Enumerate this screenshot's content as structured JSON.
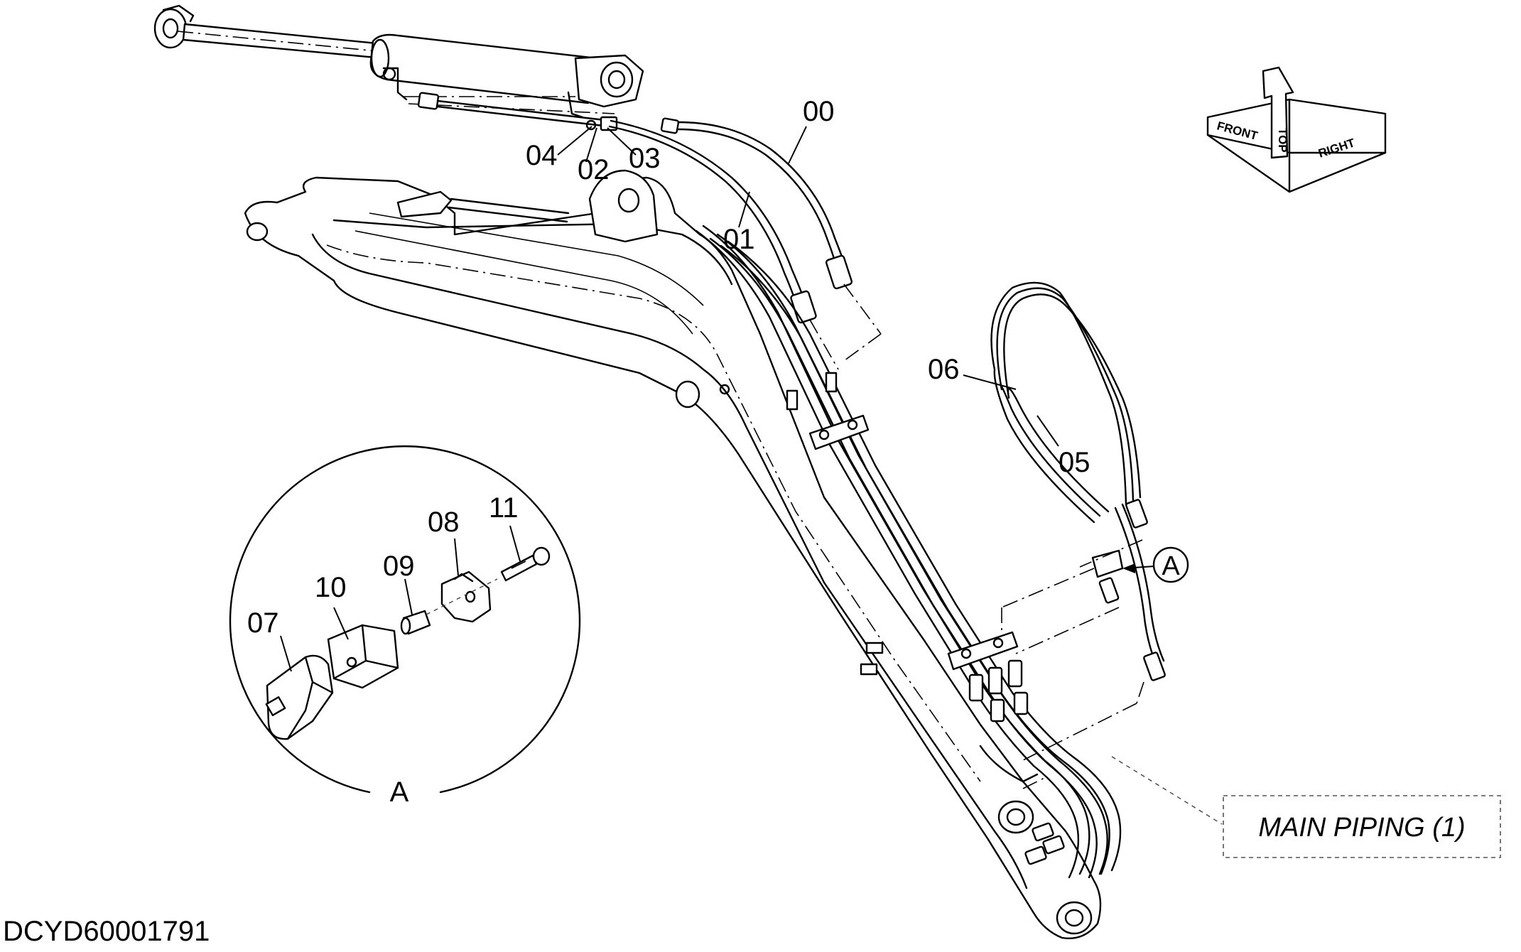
{
  "drawing": {
    "code": "DCYD60001791",
    "reference_box": "MAIN PIPING (1)",
    "detail_marker": "A",
    "detail_label": "A"
  },
  "orientation": {
    "front": "FRONT",
    "top": "TOP",
    "right": "RIGHT"
  },
  "callouts": [
    "00",
    "01",
    "02",
    "03",
    "04",
    "05",
    "06",
    "07",
    "08",
    "09",
    "10",
    "11"
  ]
}
